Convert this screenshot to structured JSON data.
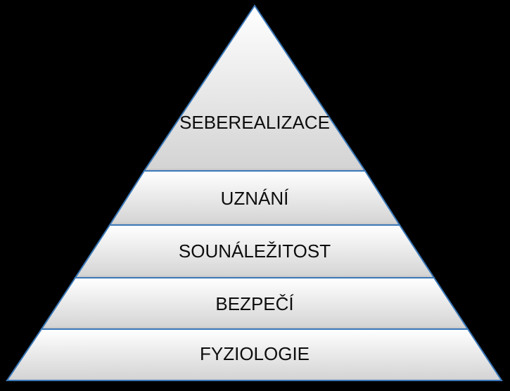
{
  "pyramid": {
    "levels": [
      {
        "label": "SEBEREALIZACE"
      },
      {
        "label": "UZNÁNÍ"
      },
      {
        "label": "SOUNÁLEŽITOST"
      },
      {
        "label": "BEZPEČÍ"
      },
      {
        "label": "FYZIOLOGIE"
      }
    ]
  },
  "colors": {
    "background": "#000000",
    "outline": "#3a78b8",
    "fill_top": "#ffffff",
    "fill_bottom": "#d3d3d3"
  }
}
